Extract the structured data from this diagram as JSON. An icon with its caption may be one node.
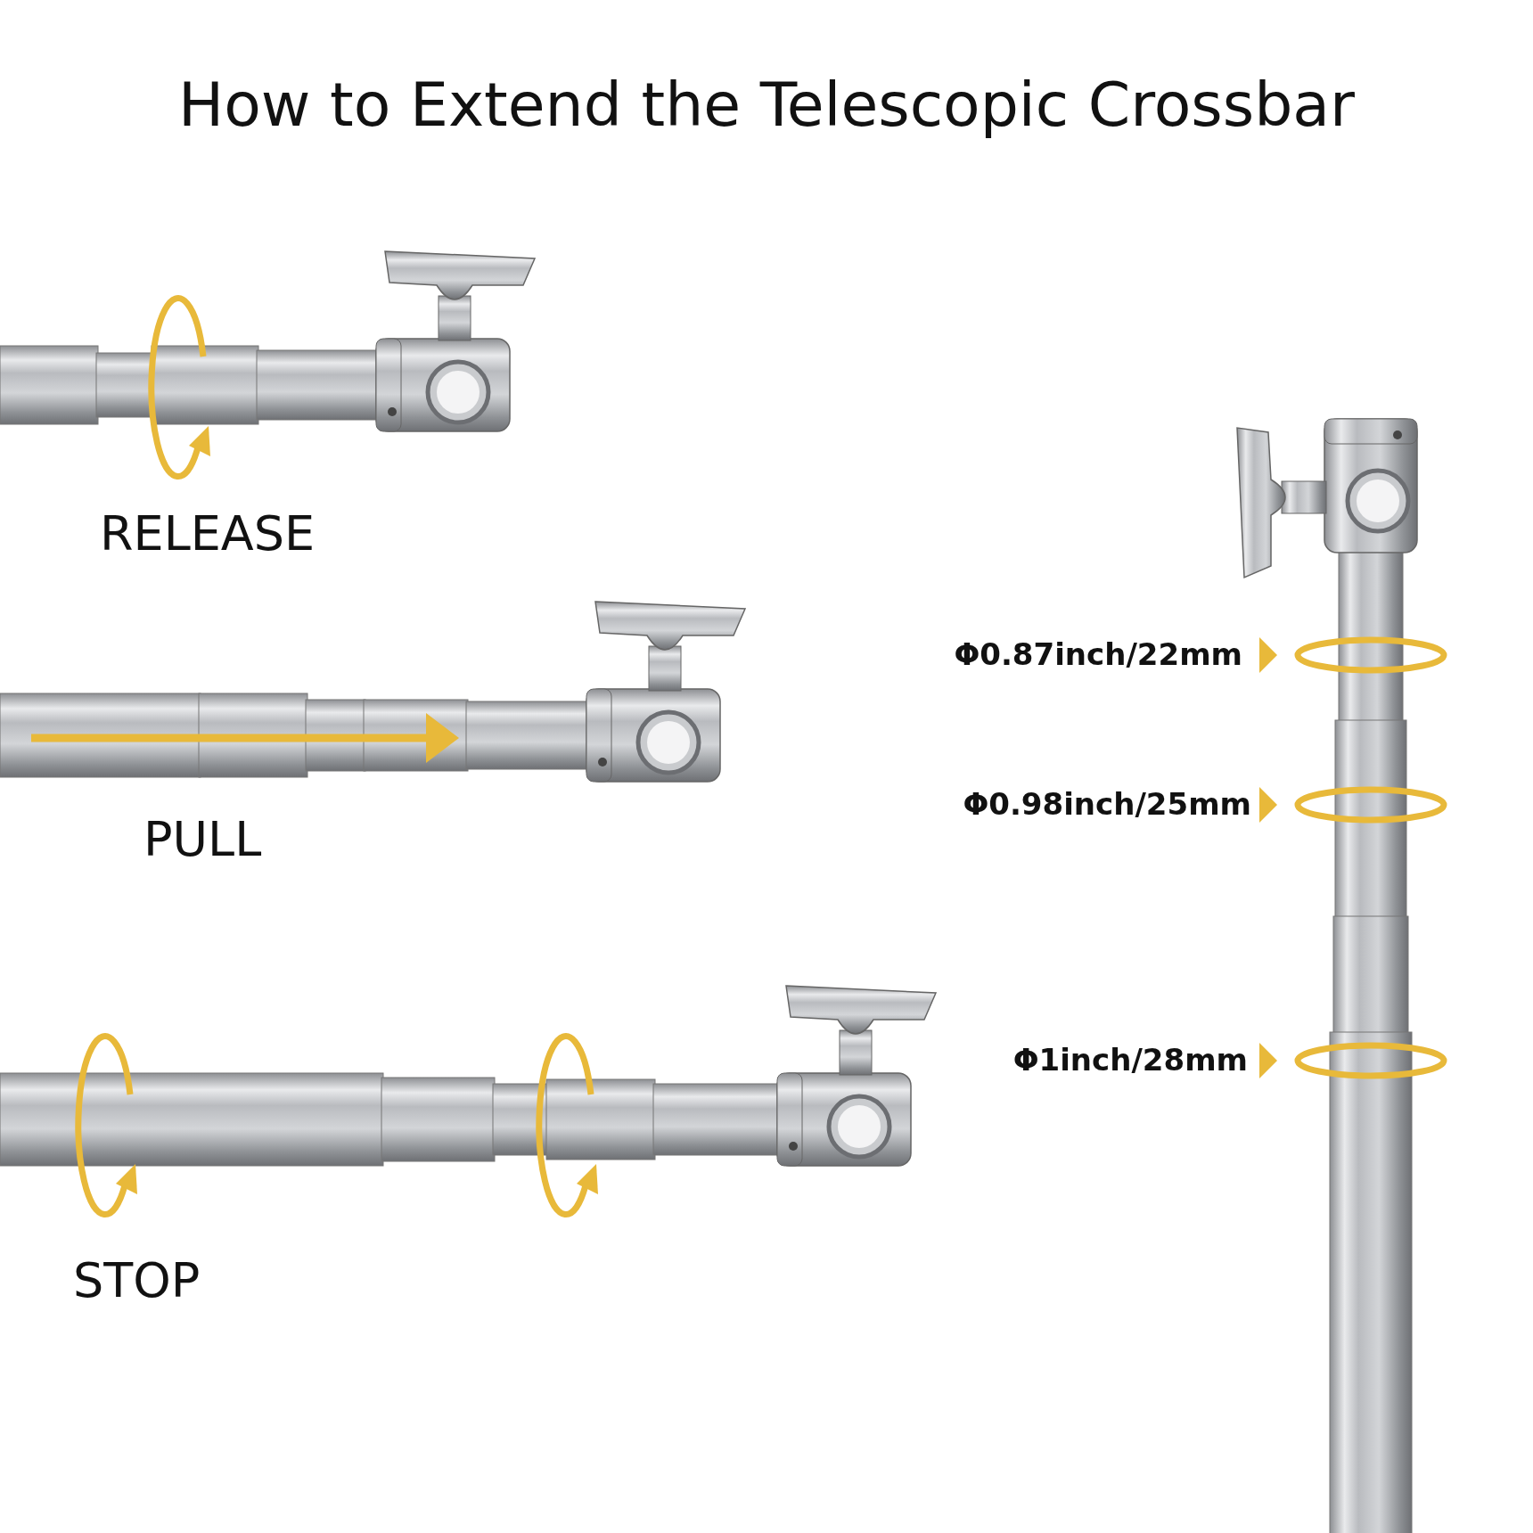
{
  "diagram": {
    "title": "How to Extend the Telescopic Crossbar",
    "labels": [
      "RELEASE",
      "PULL",
      "STOP",
      "Φ0.87inch/22mm",
      "Φ0.98inch/25mm",
      "Φ1inch/28mm"
    ]
  }
}
